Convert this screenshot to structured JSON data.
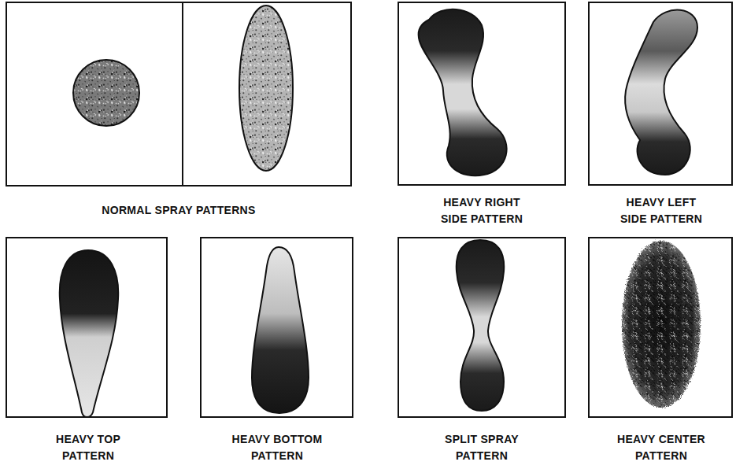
{
  "diagram": {
    "labels": [
      "NORMAL SPRAY PATTERNS",
      "HEAVY RIGHT SIDE PATTERN",
      "HEAVY LEFT SIDE PATTERN",
      "HEAVY TOP PATTERN",
      "HEAVY BOTTOM PATTERN",
      "SPLIT SPRAY PATTERN",
      "HEAVY CENTER PATTERN"
    ]
  }
}
